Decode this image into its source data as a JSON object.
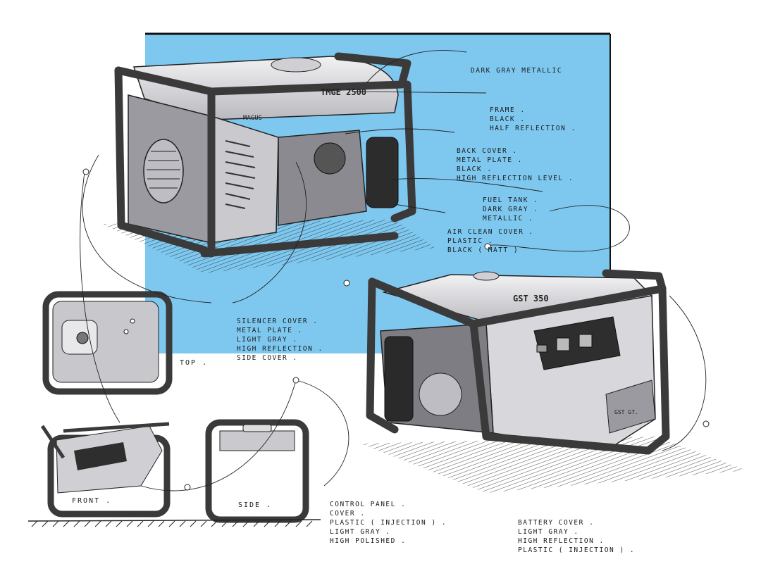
{
  "notes": {
    "dark_gray_metallic": "DARK GRAY METALLIC",
    "frame": [
      "FRAME .",
      "BLACK .",
      "HALF REFLECTION ."
    ],
    "back_cover": [
      "BACK COVER .",
      "METAL PLATE .",
      "BLACK .",
      "HIGH REFLECTION LEVEL ."
    ],
    "fuel_tank": [
      "FUEL TANK .",
      "DARK GRAY .",
      "METALLIC ."
    ],
    "air_clean_cover": [
      "AIR CLEAN COVER .",
      "PLASTIC .",
      "BLACK ( MATT )"
    ],
    "silencer_cover": [
      "SILENCER COVER .",
      "METAL PLATE .",
      "LIGHT GRAY .",
      "HIGH REFLECTION .",
      "SIDE COVER ."
    ],
    "control_panel_cover": [
      "CONTROL PANEL .",
      "COVER .",
      "PLASTIC ( INJECTION ) .",
      "LIGHT GRAY .",
      "HIGH POLISHED ."
    ],
    "battery_cover": [
      "BATTERY COVER .",
      "LIGHT GRAY .",
      "HIGH REFLECTION .",
      "PLASTIC ( INJECTION ) ."
    ]
  },
  "views": {
    "top": "TOP .",
    "front": "FRONT .",
    "side": "SIDE ."
  },
  "branding": {
    "main_model": "TMGE 2500",
    "main_brand": "MAGUS",
    "second_model": "GST 350",
    "second_badge": "GST GT."
  },
  "colors": {
    "backdrop": "#7ec8f0",
    "frame": "#3c3c3c",
    "body": "#d9d9dd",
    "ink": "#1a1a1a"
  }
}
